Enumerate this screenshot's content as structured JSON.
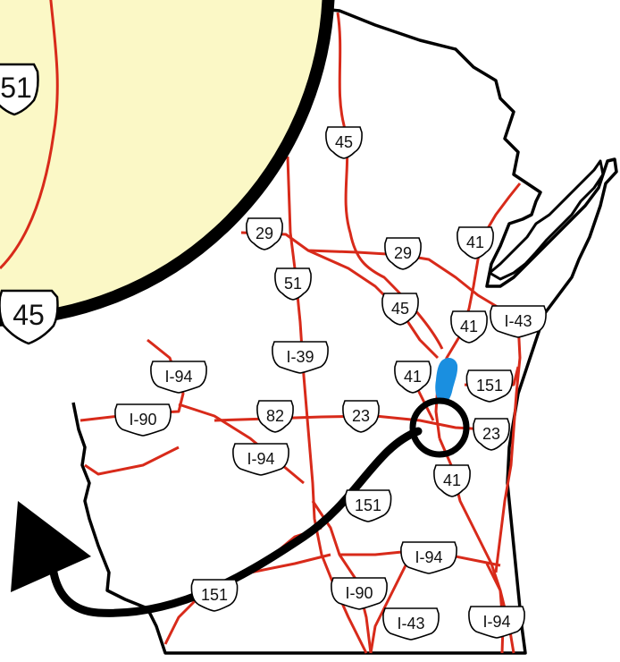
{
  "colors": {
    "background": "#ffffff",
    "inset_fill": "#fbf8c6",
    "highway": "#d82a1a",
    "border": "#000000",
    "lake": "#1a8fe0",
    "shield_fill": "#ffffff"
  },
  "inset": {
    "labels": [
      "51",
      "45"
    ]
  },
  "shields": [
    {
      "label": "45"
    },
    {
      "label": "29"
    },
    {
      "label": "29"
    },
    {
      "label": "41"
    },
    {
      "label": "51"
    },
    {
      "label": "45"
    },
    {
      "label": "41"
    },
    {
      "label": "I-43"
    },
    {
      "label": "I-39"
    },
    {
      "label": "I-94"
    },
    {
      "label": "41"
    },
    {
      "label": "151"
    },
    {
      "label": "I-90"
    },
    {
      "label": "82"
    },
    {
      "label": "23"
    },
    {
      "label": "23"
    },
    {
      "label": "I-94"
    },
    {
      "label": "41"
    },
    {
      "label": "151"
    },
    {
      "label": "I-94"
    },
    {
      "label": "151"
    },
    {
      "label": "I-90"
    },
    {
      "label": "I-43"
    },
    {
      "label": "I-94"
    }
  ],
  "icons": {
    "pointer": "arrow-pointer-icon",
    "highlight": "circle-highlight-icon",
    "lake": "lake-icon"
  }
}
